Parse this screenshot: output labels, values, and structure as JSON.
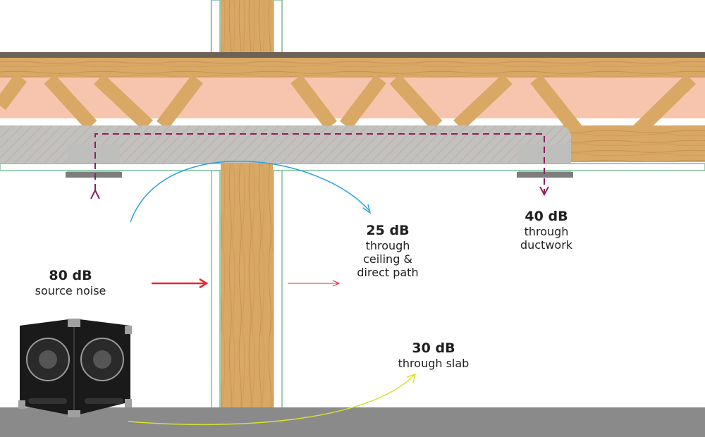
{
  "colors": {
    "wood": "#d9a864",
    "wood_dark": "#b98544",
    "insulation": "#f7c4ad",
    "slab": "#8a8a8a",
    "duct": "#c2c2c2",
    "drywall_edge": "#7fbf9a",
    "floor_top": "#6e6257",
    "path_ceiling": "#2aa3d8",
    "path_direct": "#e8262c",
    "path_slab": "#d8e030",
    "path_duct": "#8e1f62"
  },
  "labels": {
    "source": {
      "value": "80 dB",
      "text": "source noise"
    },
    "ceiling": {
      "value": "25 dB",
      "text_lines": [
        "through",
        "ceiling &",
        "direct path"
      ]
    },
    "duct": {
      "value": "40 dB",
      "text_lines": [
        "through",
        "ductwork"
      ]
    },
    "slab": {
      "value": "30 dB",
      "text": "through slab"
    }
  },
  "icons": [
    "speaker-cabinet-icon",
    "woofer-icon",
    "arrow-icon"
  ]
}
